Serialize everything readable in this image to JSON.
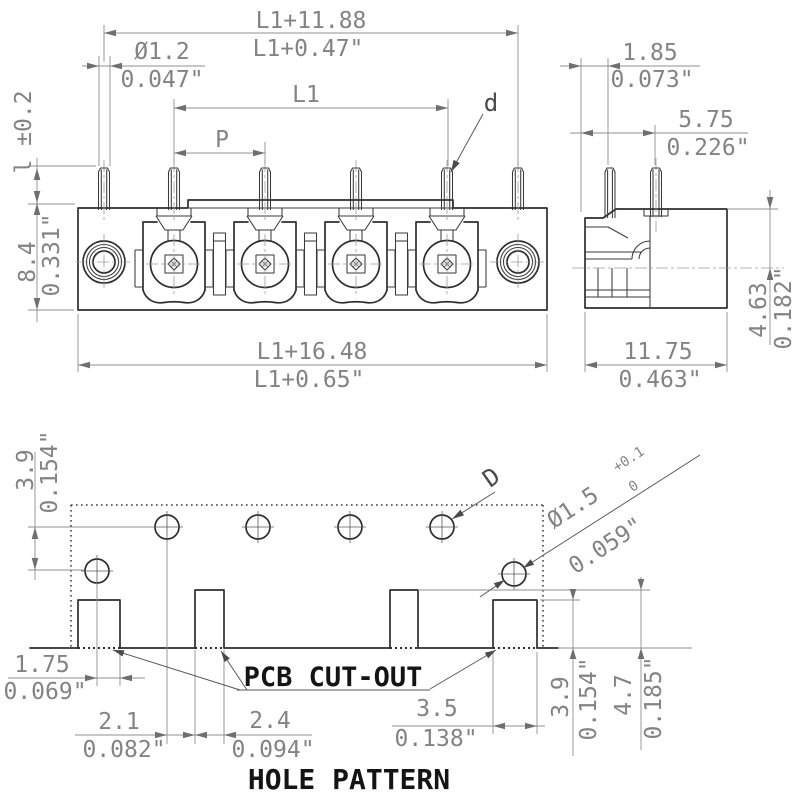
{
  "title": "HOLE PATTERN",
  "ink_color": "#2e2e2e",
  "dim_color": "#8f8f8f",
  "background": "#ffffff",
  "front_view": {
    "dim_overall_top_mm": "L1+11.88",
    "dim_overall_top_in": "L1+0.47\"",
    "dim_pin_dia_mm": "Ø1.2",
    "dim_pin_dia_in": "0.047\"",
    "dim_span": "L1",
    "dim_pitch": "P",
    "pin_label": "d",
    "dim_pin_length": "l ±0.2",
    "dim_height_mm": "8.4",
    "dim_height_in": "0.331\"",
    "dim_overall_bottom_mm": "L1+16.48",
    "dim_overall_bottom_in": "L1+0.65\""
  },
  "side_view": {
    "dim_pin1_offset_mm": "1.85",
    "dim_pin1_offset_in": "0.073\"",
    "dim_pin2_offset_mm": "5.75",
    "dim_pin2_offset_in": "0.226\"",
    "dim_axis_height_mm": "4.63",
    "dim_axis_height_in": "0.182\"",
    "dim_depth_mm": "11.75",
    "dim_depth_in": "0.463\""
  },
  "hole_pattern": {
    "dim_row_offset_mm": "3.9",
    "dim_row_offset_in": "0.154\"",
    "hole_label": "D",
    "dim_hole_dia_mm": "Ø1.5",
    "dim_hole_tol_plus": "+0.1",
    "dim_hole_tol_zero": "0",
    "dim_hole_dia_in": "0.059\"",
    "dim_edge_mm": "1.75",
    "dim_edge_in": "0.069\"",
    "dim_gap1_mm": "2.1",
    "dim_gap1_in": "0.082\"",
    "dim_gap2_mm": "2.4",
    "dim_gap2_in": "0.094\"",
    "dim_slot_mm": "3.5",
    "dim_slot_in": "0.138\"",
    "dim_tab_h1_mm": "3.9",
    "dim_tab_h1_in": "0.154\"",
    "dim_tab_h2_mm": "4.7",
    "dim_tab_h2_in": "0.185\"",
    "cutout_label": "PCB CUT-OUT"
  }
}
